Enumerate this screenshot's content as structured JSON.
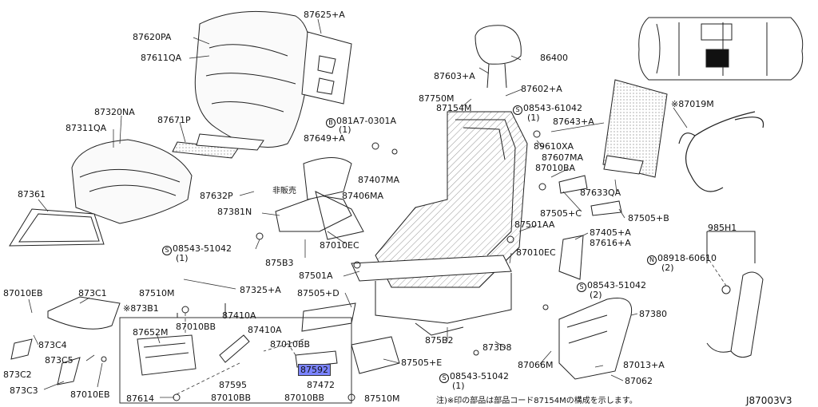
{
  "diagram_id": "J87003V3",
  "note": "注)※印の部品は部品コード87154Mの構成を示します。",
  "not_for_sale": "非販売",
  "highlighted_part": "87592",
  "labels": {
    "p87625A": "87625+A",
    "p87620PA": "87620PA",
    "p87611QA": "87611QA",
    "p87320NA": "87320NA",
    "p87311QA": "87311QA",
    "p87671P": "87671P",
    "p87361": "87361",
    "p87632P": "87632P",
    "p87381N": "87381N",
    "p08543_51042a": "08543-51042",
    "p08543_51042a_q": "(1)",
    "p875B3": "875B3",
    "p87010EC_a": "87010EC",
    "p87325A": "87325+A",
    "p87010EB_a": "87010EB",
    "p873C1": "873C1",
    "p87510M_a": "87510M",
    "p873B1": "※873B1",
    "p873C4": "873C4",
    "p873C5": "873C5",
    "p873C2": "873C2",
    "p873C3": "873C3",
    "p87010EB_b": "87010EB",
    "p87652M": "87652M",
    "p87010BB_a": "87010BB",
    "p87410A_a": "87410A",
    "p87410A_b": "87410A",
    "p87010BB_b": "87010BB",
    "p87595": "87595",
    "p87010BB_c": "87010BB",
    "p87010BB_d": "87010BB",
    "p87472": "87472",
    "p87614": "87614",
    "p87510M_b": "87510M",
    "p87750M": "87750M",
    "p87154M": "87154M",
    "p081A7": "081A7-0301A",
    "p081A7_q": "(1)",
    "p87649A": "87649+A",
    "p87407MA": "87407MA",
    "p87406MA": "87406MA",
    "p87501A_a": "87501A",
    "p87505D": "87505+D",
    "p87603A": "87603+A",
    "p87602A": "87602+A",
    "p86400": "86400",
    "p08543_61042": "08543-61042",
    "p08543_61042_q": "(1)",
    "p87643A": "87643+A",
    "p89610XA": "89610XA",
    "p87607MA": "87607MA",
    "p87010BA": "87010BA",
    "p87633QA": "87633QA",
    "p87505C": "87505+C",
    "p87505B": "87505+B",
    "p87501AA": "87501AA",
    "p87405A": "87405+A",
    "p87616A": "87616+A",
    "p87010EC_b": "87010EC",
    "p875B2": "875B2",
    "p873D8": "873D8",
    "p87505E": "87505+E",
    "p87066M": "87066M",
    "p08543_51042c": "08543-51042",
    "p08543_51042c_q": "(1)",
    "p08543_51042b": "08543-51042",
    "p08543_51042b_q": "(2)",
    "p87380": "87380",
    "p87013A": "87013+A",
    "p87062": "87062",
    "p87019M": "※87019M",
    "p985H1": "985H1",
    "p08918": "08918-60610",
    "p08918_q": "(2)"
  },
  "badges": {
    "s": "S",
    "b": "B",
    "n": "N"
  }
}
